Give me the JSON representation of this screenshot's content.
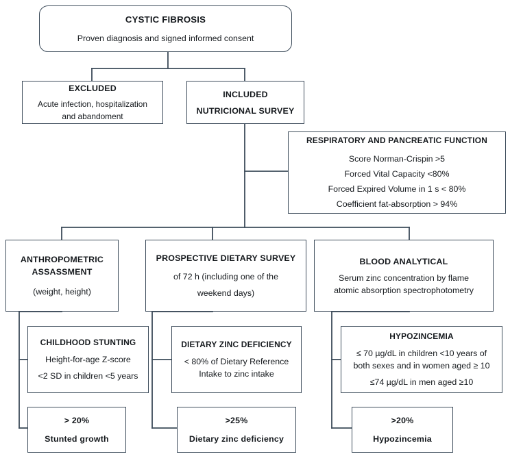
{
  "diagram": {
    "title": "Cystic Fibrosis nutritional survey flowchart",
    "line_color": "#3c4b5a",
    "text_color": "#15191d",
    "background": "#ffffff"
  },
  "nodes": {
    "root": {
      "title": "CYSTIC FIBROSIS",
      "lines": [
        "Proven diagnosis and signed informed consent"
      ]
    },
    "excluded": {
      "title": "EXCLUDED",
      "lines": [
        "Acute infection, hospitalization",
        "and abandoment"
      ]
    },
    "included": {
      "title": "INCLUDED",
      "subtitle": "NUTRICIONAL SURVEY"
    },
    "respiratory": {
      "title": "RESPIRATORY AND PANCREATIC FUNCTION",
      "lines": [
        "Score Norman-Crispin >5",
        "Forced Vital Capacity <80%",
        "Forced Expired Volume in 1 s < 80%",
        "Coefficient fat-absorption > 94%"
      ]
    },
    "anthropometric": {
      "title": "ANTHROPOMETRIC",
      "title2": "ASSASSMENT",
      "lines": [
        "(weight, height)"
      ]
    },
    "dietary_survey": {
      "title": "PROSPECTIVE DIETARY SURVEY",
      "lines": [
        "of 72 h (including one of the",
        "weekend days)"
      ]
    },
    "blood": {
      "title": "BLOOD ANALYTICAL",
      "lines": [
        "Serum zinc concentration by flame",
        "atomic absorption spectrophotometry"
      ]
    },
    "stunting": {
      "title": "CHILDHOOD STUNTING",
      "lines": [
        "Height-for-age Z-score",
        "<2 SD in children <5 years"
      ]
    },
    "zinc_deficiency": {
      "title": "DIETARY ZINC DEFICIENCY",
      "lines": [
        "< 80% of Dietary Reference",
        "Intake to zinc intake"
      ]
    },
    "hypozincemia": {
      "title": "HYPOZINCEMIA",
      "lines": [
        "≤ 70 µg/dL in children <10 years of",
        "both sexes and in women aged ≥ 10",
        "≤74 µg/dL in men aged ≥10"
      ]
    },
    "result_stunting": {
      "value": "> 20%",
      "label": "Stunted growth"
    },
    "result_zinc": {
      "value": ">25%",
      "label": "Dietary zinc deficiency"
    },
    "result_hypozincemia": {
      "value": ">20%",
      "label": "Hypozincemia"
    }
  }
}
